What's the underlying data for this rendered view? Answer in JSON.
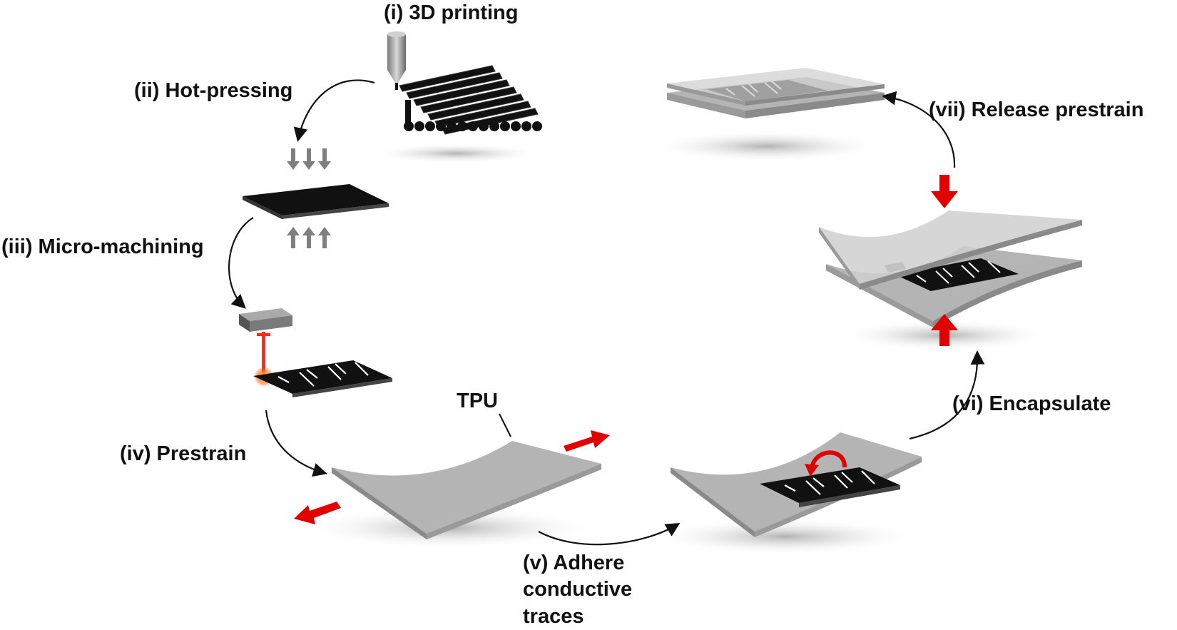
{
  "steps": [
    {
      "id": "i",
      "label": "(i) 3D printing"
    },
    {
      "id": "ii",
      "label": "(ii) Hot-pressing"
    },
    {
      "id": "iii",
      "label": "(iii) Micro-machining"
    },
    {
      "id": "iv",
      "label": "(iv) Prestrain"
    },
    {
      "id": "v",
      "label_lines": [
        "(v) Adhere",
        "conductive",
        "traces"
      ]
    },
    {
      "id": "vi",
      "label": "(vi) Encapsulate"
    },
    {
      "id": "vii",
      "label": "(vii) Release prestrain"
    }
  ],
  "annotations": {
    "tpu": "TPU"
  },
  "colors": {
    "trace_black": "#111111",
    "tpu_gray": "#b4b4b4",
    "tpu_edge": "#8a8a8a",
    "press_arrow_gray": "#7f7f7f",
    "force_arrow_red": "#e00000",
    "laser_red": "#ff2a1a",
    "flow_arrow": "#111111"
  }
}
